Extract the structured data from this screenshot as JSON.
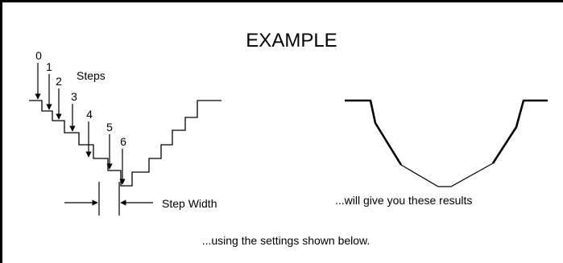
{
  "title": "EXAMPLE",
  "steps_label": "Steps",
  "step_numbers": [
    "0",
    "1",
    "2",
    "3",
    "4",
    "5",
    "6"
  ],
  "step_width_label": "Step Width",
  "results_label": "...will give you these results",
  "footer_text": "...using the settings shown below."
}
